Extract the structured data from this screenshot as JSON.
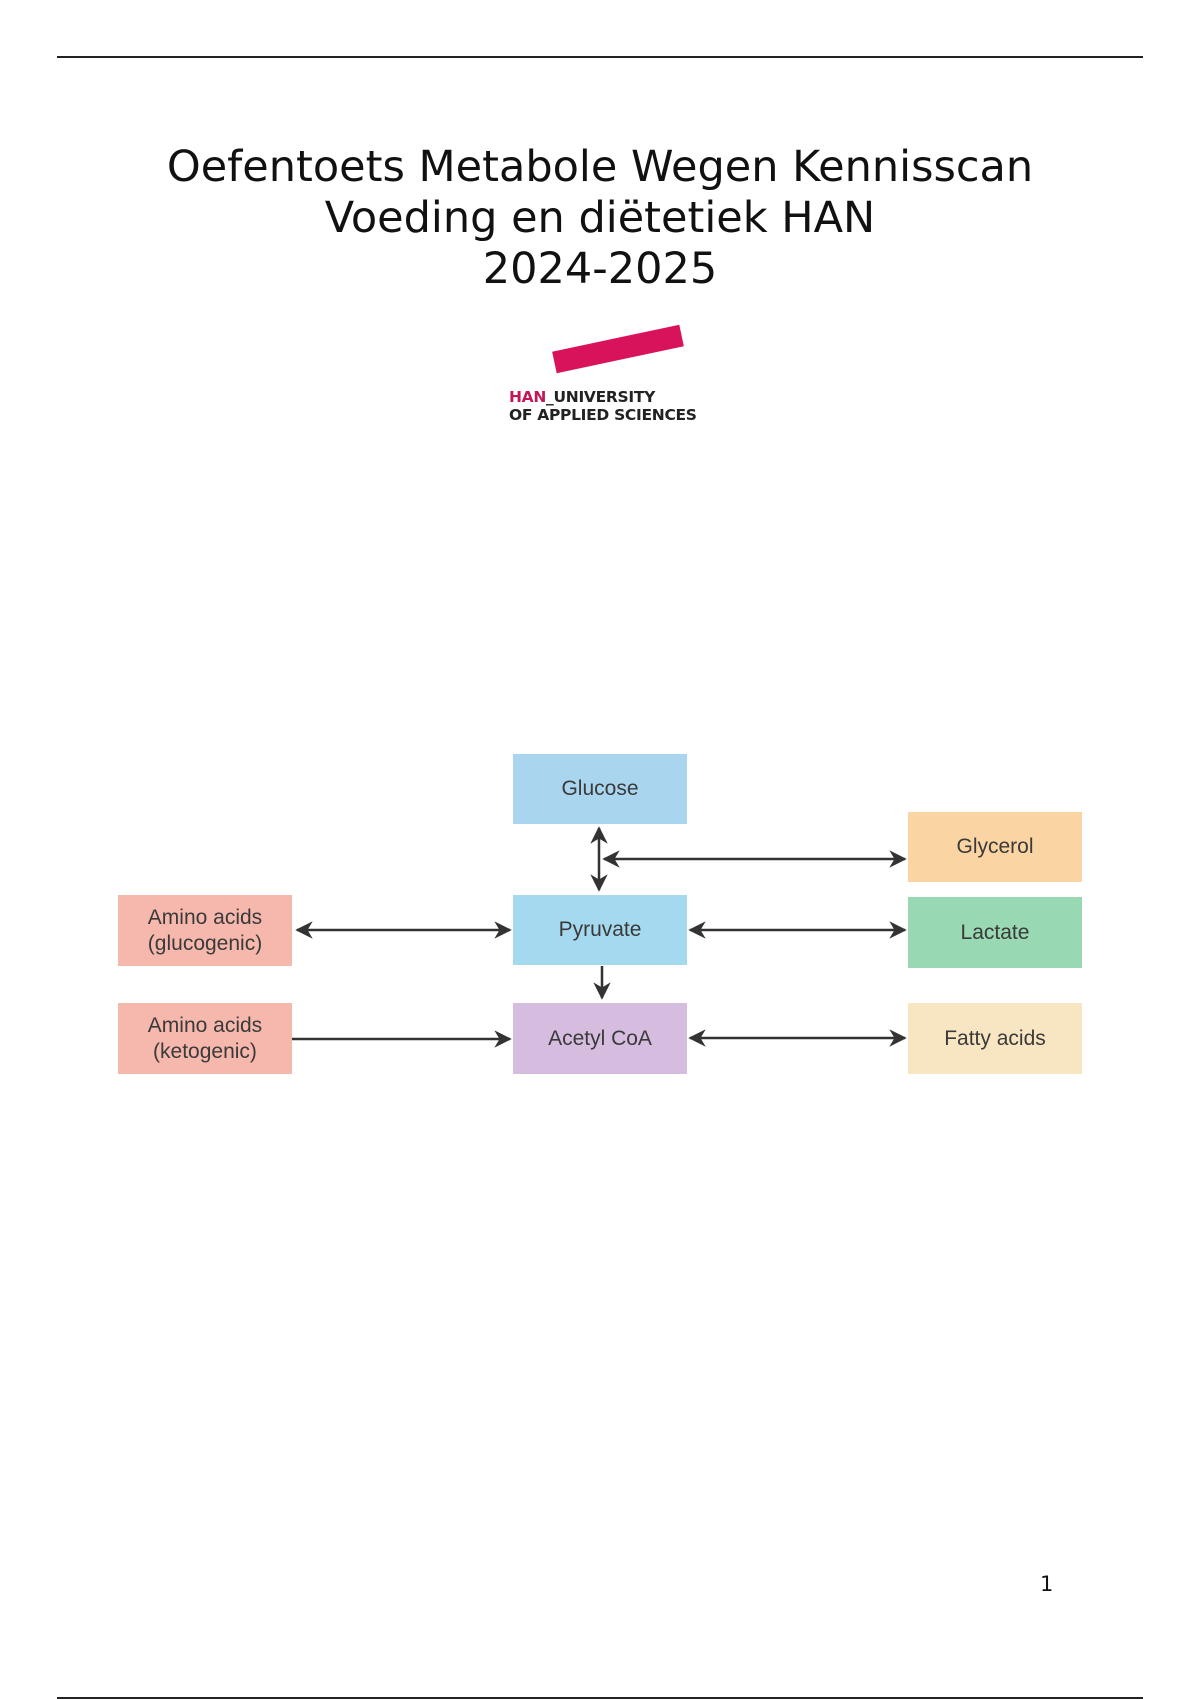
{
  "document": {
    "title_lines": [
      "Oefentoets Metabole Wegen Kennisscan",
      "Voeding en diëtetiek HAN",
      "2024-2025"
    ],
    "logo": {
      "text_han": "HAN",
      "text_university": "_UNIVERSITY",
      "text_line2": "OF APPLIED SCIENCES",
      "bar_color": "#d9135b"
    },
    "page_number": "1"
  },
  "diagram": {
    "nodes": {
      "glucose": {
        "label": "Glucose",
        "color": "#a9d5ee"
      },
      "glycerol": {
        "label": "Glycerol",
        "color": "#fbd4a4"
      },
      "amino_glucogenic": {
        "label": "Amino acids\n(glucogenic)",
        "color": "#f6b8ad"
      },
      "pyruvate": {
        "label": "Pyruvate",
        "color": "#a5d9ef"
      },
      "lactate": {
        "label": "Lactate",
        "color": "#98d8b2"
      },
      "amino_ketogenic": {
        "label": "Amino acids\n(ketogenic)",
        "color": "#f6b8ad"
      },
      "acetyl_coa": {
        "label": "Acetyl CoA",
        "color": "#d6bde0"
      },
      "fatty_acids": {
        "label": "Fatty acids",
        "color": "#f8e6c2"
      }
    },
    "arrow_color": "#333333"
  }
}
